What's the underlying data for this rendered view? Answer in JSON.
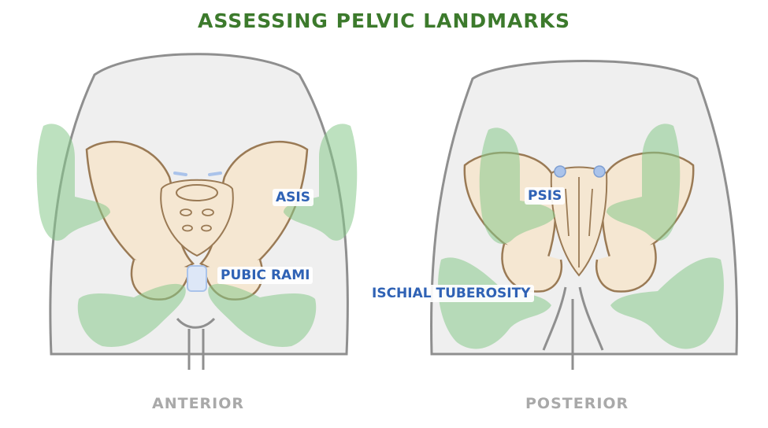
{
  "title": "ASSESSING PELVIC LANDMARKS",
  "views": {
    "anterior": {
      "caption": "ANTERIOR",
      "labels": {
        "asis": "ASIS",
        "pubic_rami": "PUBIC RAMI"
      }
    },
    "posterior": {
      "caption": "POSTERIOR",
      "labels": {
        "psis": "PSIS",
        "ischial_tuberosity": "ISCHIAL TUBEROSITY"
      }
    }
  },
  "colors": {
    "title": "#3c7a2c",
    "caption": "#a9a9a9",
    "label": "#2f62b5",
    "bone_fill": "#f5e7d2",
    "bone_stroke": "#9a7a55",
    "hand_fill": "#86c98a",
    "body_fill": "#efefef",
    "body_outline": "#8f8f8f",
    "landmark": "#aac3ea"
  }
}
